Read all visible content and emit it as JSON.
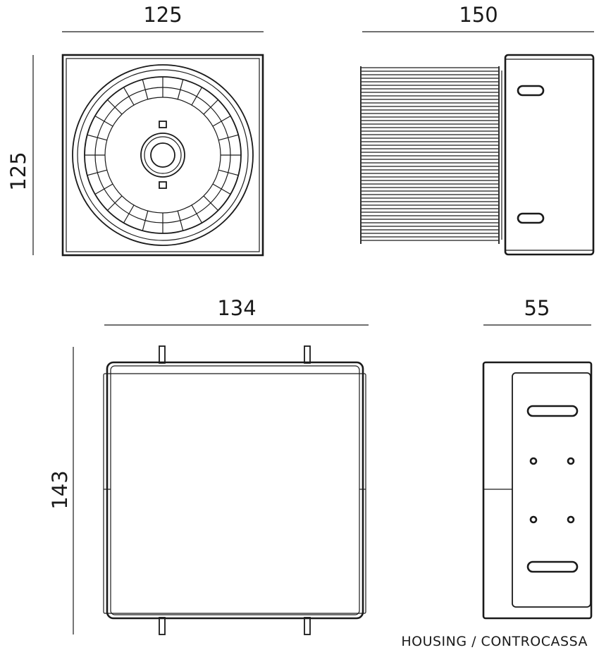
{
  "dimensions": {
    "front_width": "125",
    "front_height": "125",
    "side_width": "150",
    "housing_width": "134",
    "housing_height": "143",
    "housing_depth": "55"
  },
  "caption": "HOUSING / CONTROCASSA",
  "colors": {
    "line": "#1a1a1a",
    "background": "#ffffff"
  }
}
